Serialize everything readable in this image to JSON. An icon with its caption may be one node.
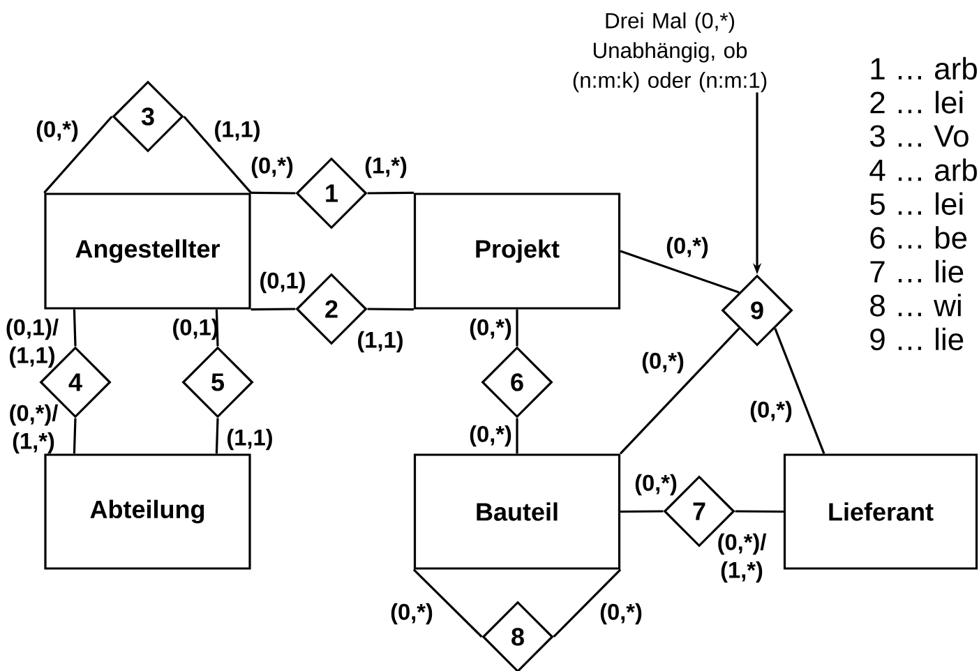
{
  "diagram": {
    "nodes": [
      {
        "text": [
          "Angestellter"
        ]
      },
      {
        "text": [
          "Projekt"
        ]
      },
      {
        "text": [
          "Abteilung"
        ]
      },
      {
        "text": [
          "Bauteil"
        ]
      },
      {
        "text": [
          "Lieferant"
        ]
      },
      {
        "text": [
          "1"
        ]
      },
      {
        "text": [
          "2"
        ]
      },
      {
        "text": [
          "3"
        ]
      },
      {
        "text": [
          "4"
        ]
      },
      {
        "text": [
          "5"
        ]
      },
      {
        "text": [
          "6"
        ]
      },
      {
        "text": [
          "7"
        ]
      },
      {
        "text": [
          "8"
        ]
      },
      {
        "text": [
          "9"
        ]
      },
      {
        "text": [
          "Drei Mal (0,*) Unabhängig, ob (n:m:k) oder (n:m:1)"
        ]
      }
    ],
    "edges": [
      {
        "from": 0,
        "to": 5,
        "arrow": "none",
        "label": "(0,*)"
      },
      {
        "from": 5,
        "to": 1,
        "arrow": "none",
        "label": "(1,*)"
      },
      {
        "from": 0,
        "to": 6,
        "arrow": "none",
        "label": "(0,1)"
      },
      {
        "from": 6,
        "to": 1,
        "arrow": "none",
        "label": "(1,1)"
      },
      {
        "from": 0,
        "to": 7,
        "arrow": "none",
        "label": "(0,*)"
      },
      {
        "from": 0,
        "to": 7,
        "arrow": "none",
        "label": "(1,1)"
      },
      {
        "from": 0,
        "to": 8,
        "arrow": "none",
        "label": "(0,1)/ (1,1)"
      },
      {
        "from": 8,
        "to": 2,
        "arrow": "none",
        "label": "(0,*)/ (1,*)"
      },
      {
        "from": 0,
        "to": 9,
        "arrow": "none",
        "label": "(0,1)"
      },
      {
        "from": 9,
        "to": 2,
        "arrow": "none",
        "label": "(1,1)"
      },
      {
        "from": 1,
        "to": 10,
        "arrow": "none",
        "label": "(0,*)"
      },
      {
        "from": 10,
        "to": 3,
        "arrow": "none",
        "label": "(0,*)"
      },
      {
        "from": 1,
        "to": 13,
        "arrow": "none",
        "label": "(0,*)"
      },
      {
        "from": 3,
        "to": 13,
        "arrow": "none",
        "label": "(0,*)"
      },
      {
        "from": 4,
        "to": 13,
        "arrow": "none",
        "label": "(0,*)"
      },
      {
        "from": 3,
        "to": 11,
        "arrow": "none",
        "label": "(0,*)"
      },
      {
        "from": 11,
        "to": 4,
        "arrow": "none",
        "label": "(0,*)/ (1,*)"
      },
      {
        "from": 3,
        "to": 12,
        "arrow": "none",
        "label": "(0,*)"
      },
      {
        "from": 3,
        "to": 12,
        "arrow": "none",
        "label": "(0,*)"
      },
      {
        "from": 14,
        "to": 13,
        "arrow": "to"
      }
    ],
    "labels": [
      "1 … arb",
      "2 … lei",
      "3 … Vo",
      "4 … arb",
      "5 … lei",
      "6 … be",
      "7 … lie",
      "8 … wi",
      "9 … lie"
    ]
  }
}
